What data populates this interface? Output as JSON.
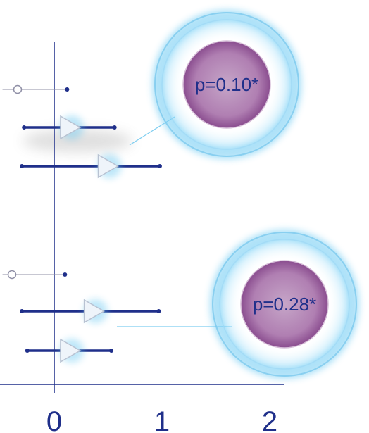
{
  "chart_data": {
    "type": "forest",
    "xlim": [
      -0.5,
      2.1
    ],
    "x_ticks": [
      {
        "value": 0,
        "label": "0"
      },
      {
        "value": 1,
        "label": "1"
      },
      {
        "value": 2,
        "label": "2"
      }
    ],
    "groups": [
      {
        "reference": {
          "low": -0.48,
          "high": 0.12
        },
        "rows": [
          {
            "low": -0.28,
            "estimate": 0.15,
            "high": 0.56
          },
          {
            "low": -0.3,
            "estimate": 0.5,
            "high": 0.98
          }
        ],
        "annotation": "p=0.10*"
      },
      {
        "reference": {
          "low": -0.48,
          "high": 0.1
        },
        "rows": [
          {
            "low": -0.3,
            "estimate": 0.37,
            "high": 0.97
          },
          {
            "low": -0.25,
            "estimate": 0.15,
            "high": 0.53
          }
        ],
        "annotation": "p=0.28*"
      }
    ],
    "colors": {
      "axis": "#1f2f8a",
      "interval": "#1f2f8a",
      "reference": "#8f8fa6",
      "marker_fill": "#eef4fa",
      "marker_stroke": "#b8c2d2",
      "glow": "#5bc3f0",
      "bubble_inner": "#c6a6c8",
      "bubble_outer": "#8a4d8f",
      "label": "#1f2f8a"
    }
  }
}
